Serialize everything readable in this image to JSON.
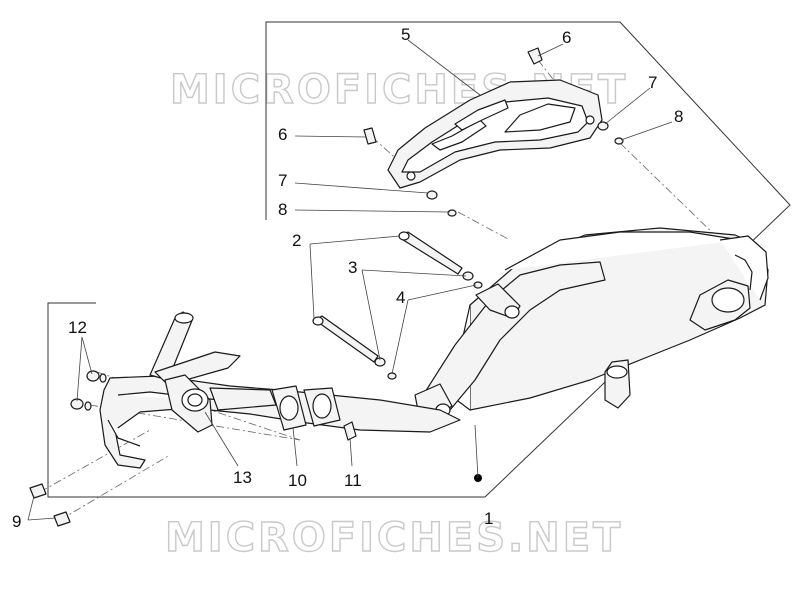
{
  "watermark": {
    "top": "MICROFICHES.NET",
    "bottom": "MICROFICHES.NET"
  },
  "callouts": {
    "c1": "1",
    "c2": "2",
    "c3": "3",
    "c4": "4",
    "c5": "5",
    "c6a": "6",
    "c6b": "6",
    "c7a": "7",
    "c7b": "7",
    "c8a": "8",
    "c8b": "8",
    "c9": "9",
    "c10": "10",
    "c11": "11",
    "c12": "12",
    "c13": "13"
  }
}
